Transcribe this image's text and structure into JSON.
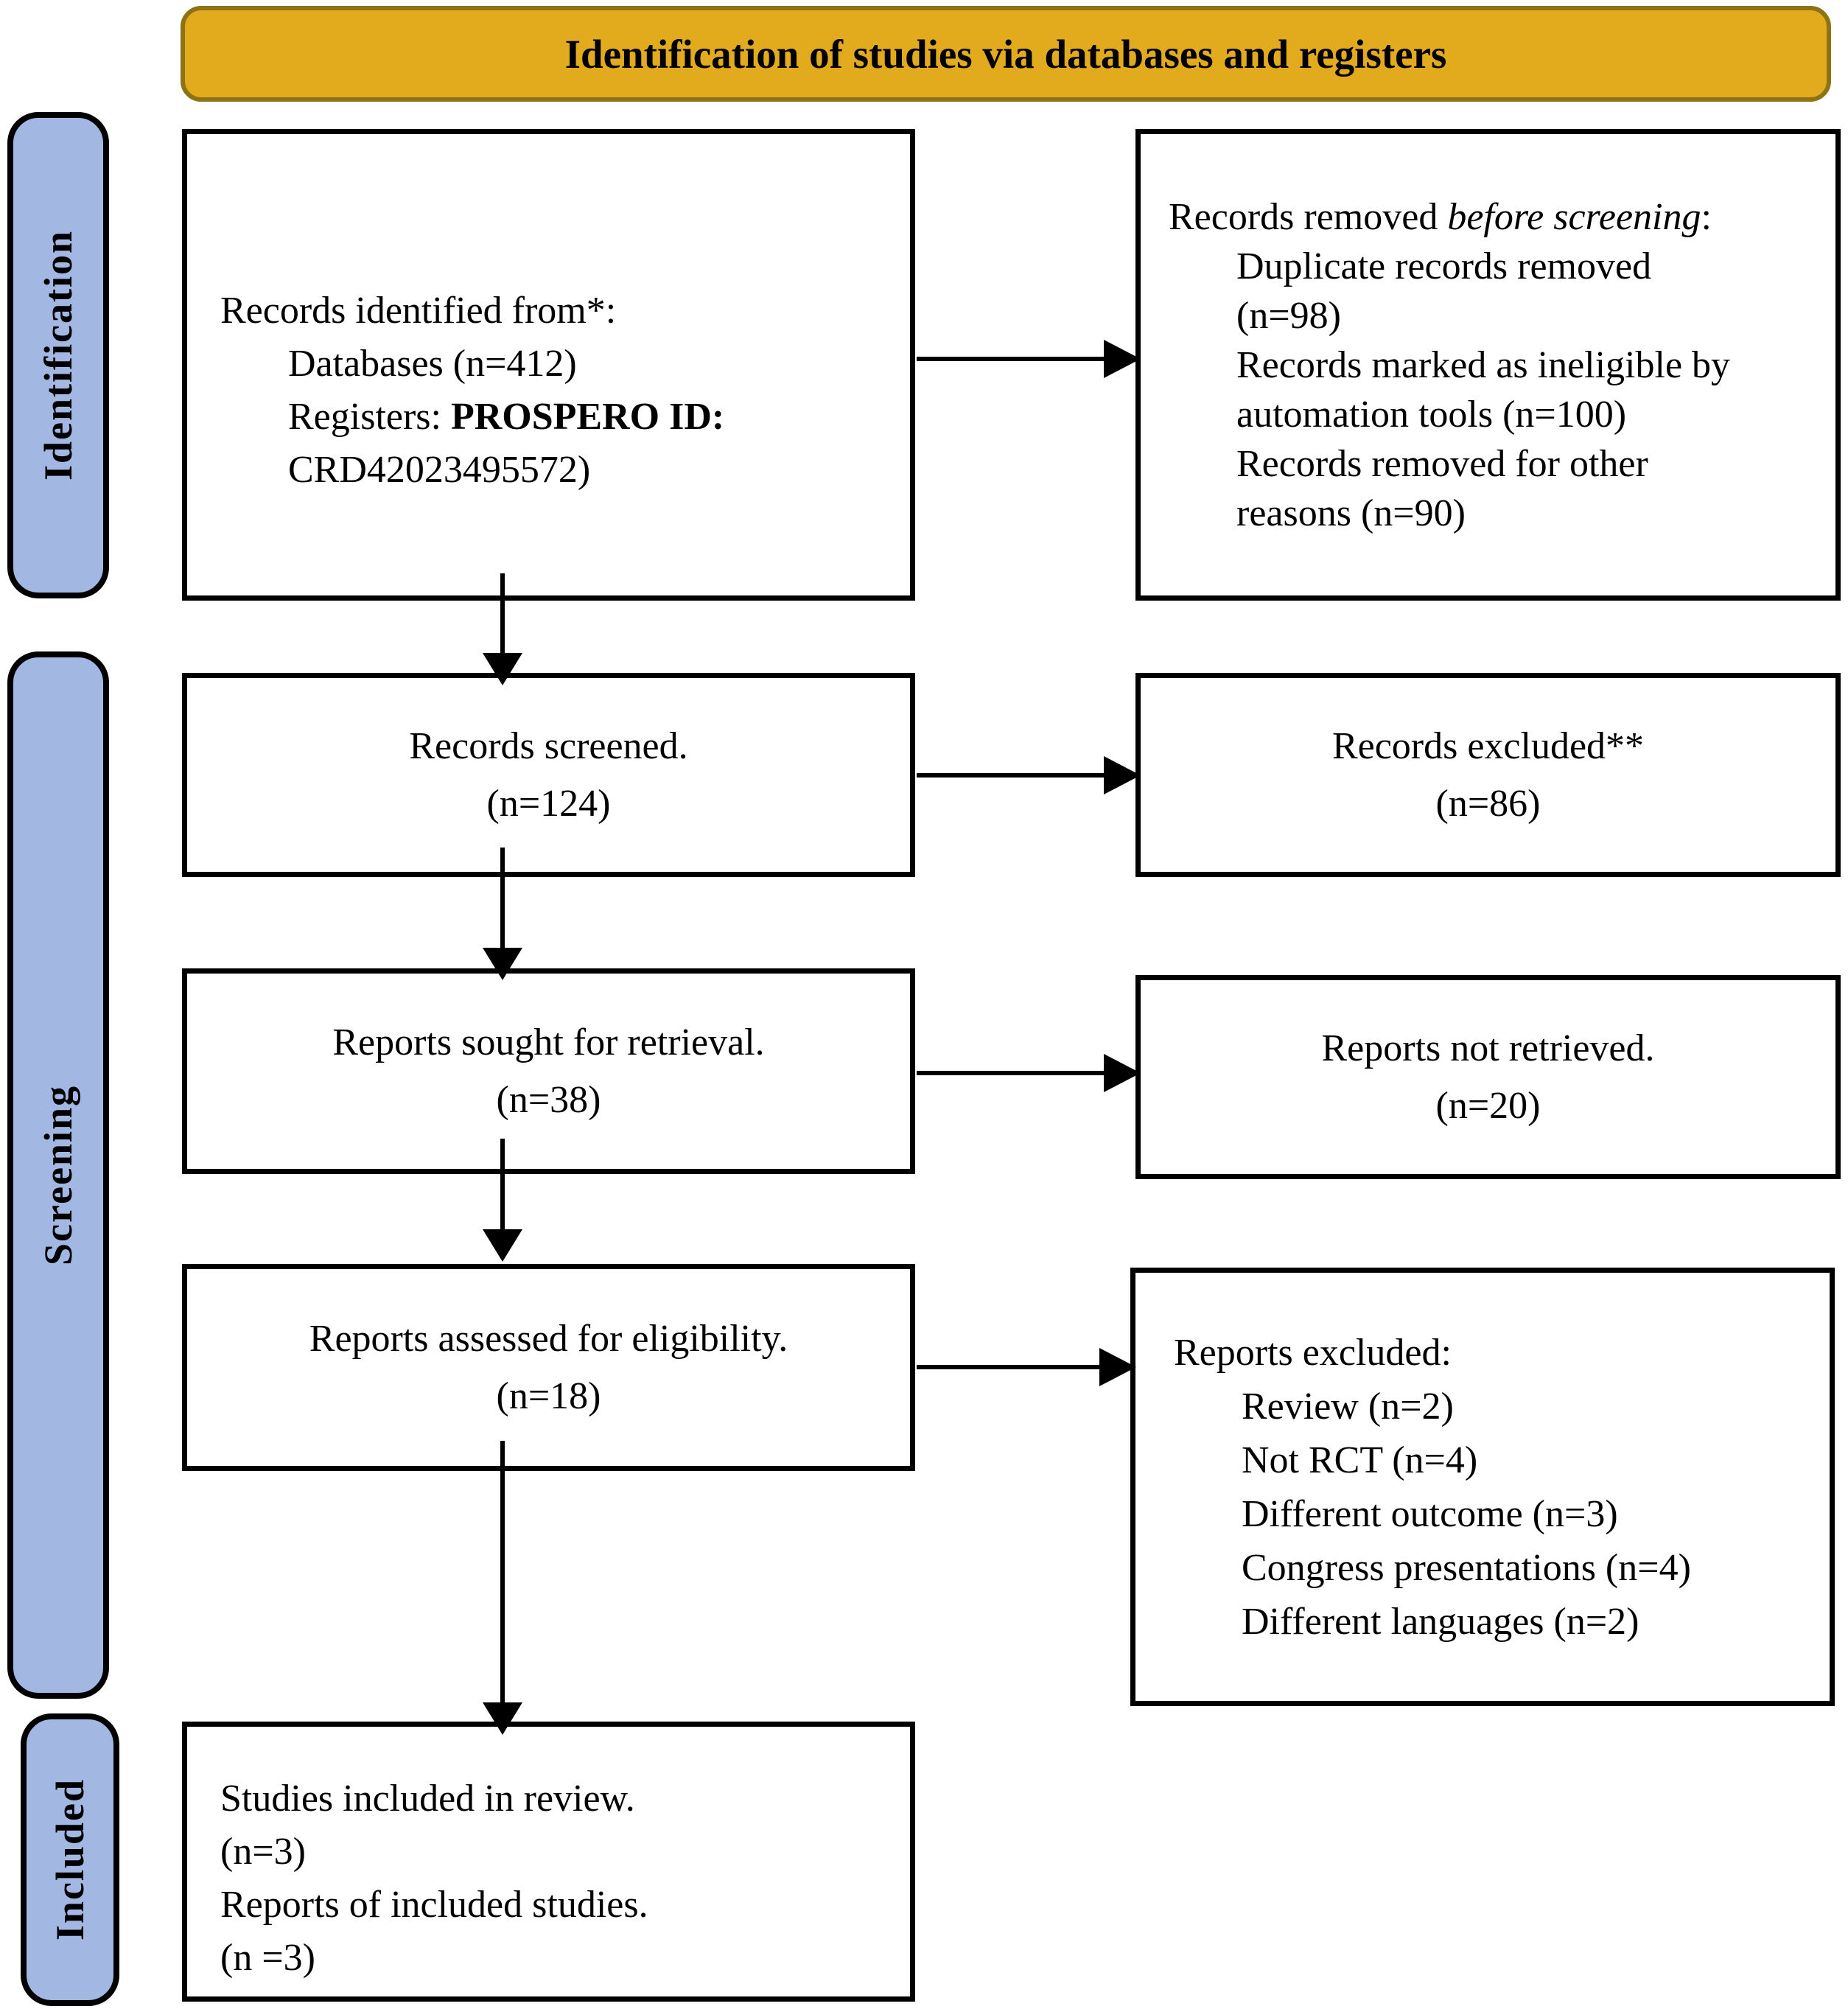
{
  "banner": {
    "title": "Identification of studies via databases and registers"
  },
  "stages": [
    {
      "label": "Identification"
    },
    {
      "label": "Screening"
    },
    {
      "label": "Included"
    }
  ],
  "boxes": {
    "records_identified": {
      "line1": "Records identified from*:",
      "line2": "Databases (n=412)",
      "line3_prefix": "Registers: ",
      "line3_bold": "PROSPERO ID:",
      "line4": "CRD42023495572)"
    },
    "records_removed": {
      "line1_prefix": "Records removed ",
      "line1_italic": "before screening",
      "line1_suffix": ":",
      "item1_line1": "Duplicate records removed",
      "item1_line2": "(n=98)",
      "item2_line1": "Records marked as ineligible by",
      "item2_line2": "automation tools (n=100)",
      "item3_line1": "Records removed for other",
      "item3_line2": "reasons (n=90)"
    },
    "records_screened": {
      "line1": "Records screened.",
      "line2": "(n=124)"
    },
    "records_excluded": {
      "line1": "Records excluded**",
      "line2": "(n=86)"
    },
    "reports_sought": {
      "line1": "Reports sought for retrieval.",
      "line2": "(n=38)"
    },
    "reports_not_retrieved": {
      "line1": "Reports not retrieved.",
      "line2": "(n=20)"
    },
    "reports_assessed": {
      "line1": "Reports assessed for eligibility.",
      "line2": "(n=18)"
    },
    "reports_excluded": {
      "line1": "Reports excluded:",
      "item1": "Review (n=2)",
      "item2": "Not RCT (n=4)",
      "item3": "Different outcome (n=3)",
      "item4": "Congress presentations (n=4)",
      "item5": "Different languages (n=2)"
    },
    "studies_included": {
      "line1": "Studies included in review.",
      "line2": "(n=3)",
      "line3": "Reports of included studies.",
      "line4": "(n =3)"
    }
  },
  "colors": {
    "banner_fill": "#E2AB1E",
    "banner_border": "#8E7216",
    "stage_fill": "#A2B7E2",
    "box_border": "#000000",
    "background": "#FFFFFF",
    "text": "#000000"
  }
}
